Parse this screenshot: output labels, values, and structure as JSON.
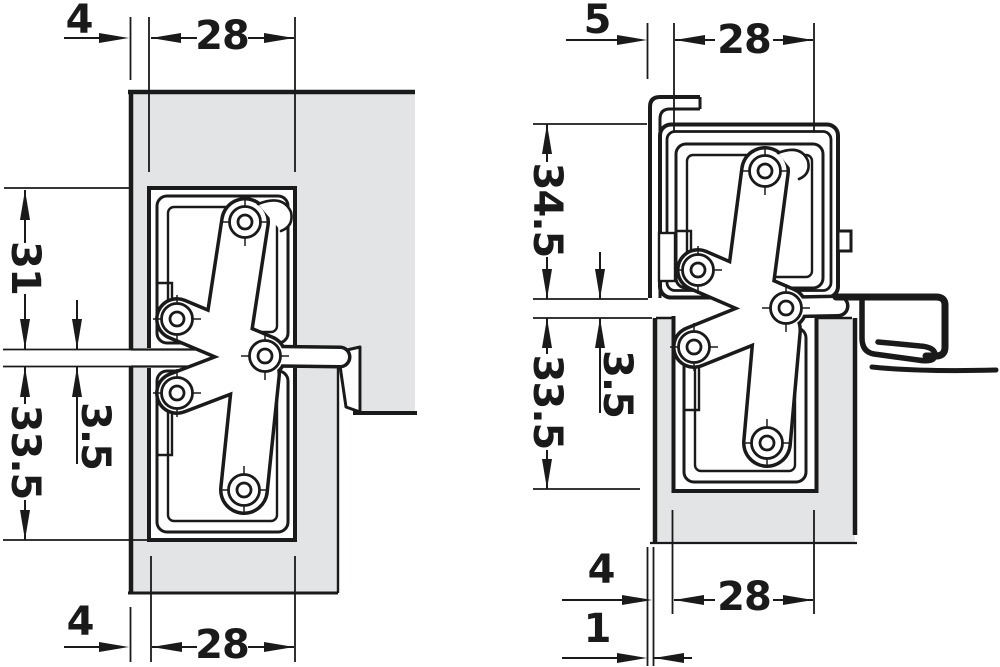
{
  "diagram": {
    "colors": {
      "panel_gray": "#e3e4e6",
      "line_black": "#1a1a1a"
    },
    "left_figure": {
      "dims": {
        "top_offset": "4",
        "top_width": "28",
        "recess_top": "31",
        "gap": "3.5",
        "recess_bottom": "33.5",
        "bottom_offset": "4",
        "bottom_width": "28"
      }
    },
    "right_figure": {
      "dims": {
        "top_offset": "5",
        "top_width": "28",
        "recess_top": "34.5",
        "gap": "3.5",
        "recess_bottom": "33.5",
        "bottom_offset": "4",
        "bottom_width": "28",
        "frame_reveal": "1"
      }
    }
  }
}
